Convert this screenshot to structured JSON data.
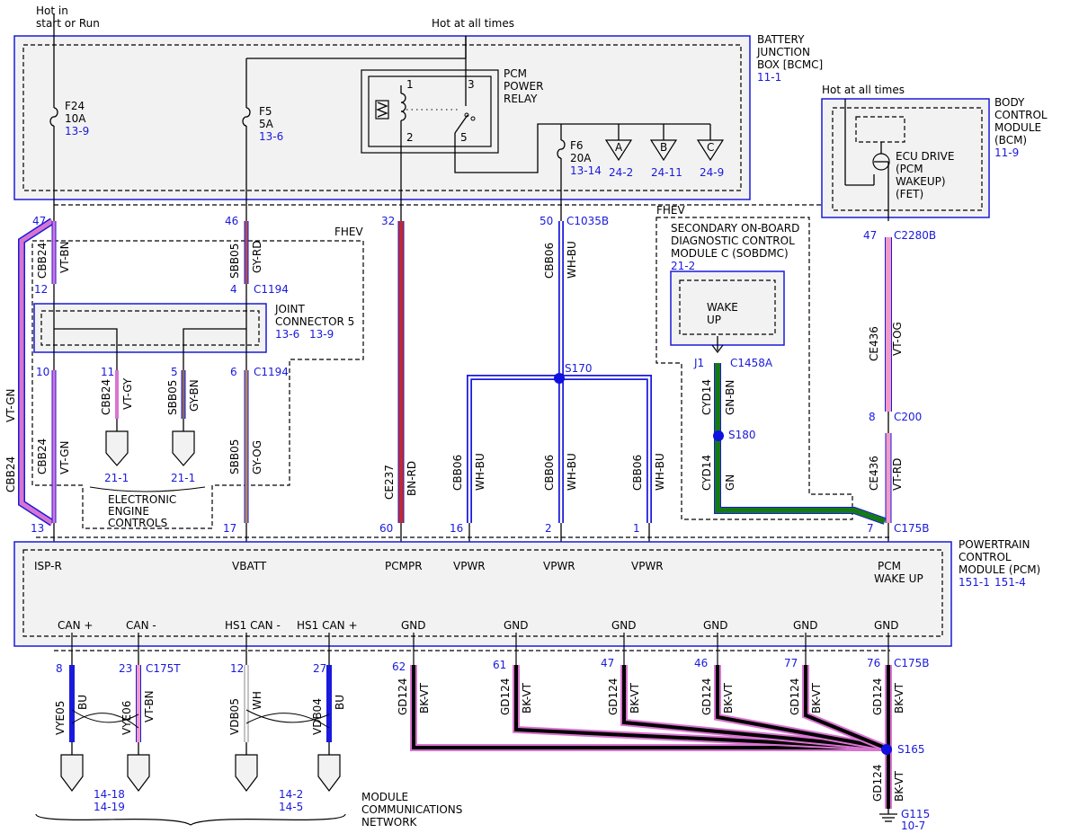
{
  "labels": {
    "hot_in_start_run": [
      "Hot in",
      "start or Run"
    ],
    "hot_at_all_times": "Hot at all times",
    "hot_at_all_times_bcm": "Hot at all times",
    "fhev": "FHEV",
    "fhev2": "FHEV",
    "module_comm_network": [
      "MODULE",
      "COMMUNICATIONS",
      "NETWORK"
    ],
    "electronic_engine_controls": [
      "ELECTRONIC",
      "ENGINE",
      "CONTROLS"
    ]
  },
  "modules": {
    "bjb": {
      "name": [
        "BATTERY",
        "JUNCTION",
        "BOX [BCMC]"
      ],
      "ref": "11-1"
    },
    "bcm": {
      "name": [
        "BODY",
        "CONTROL",
        "MODULE",
        "(BCM)"
      ],
      "ref": "11-9",
      "inner": [
        "ECU DRIVE",
        "(PCM",
        "WAKEUP)",
        "(FET)"
      ]
    },
    "pcm_relay": [
      "PCM",
      "POWER",
      "RELAY"
    ],
    "relay_pins": [
      "1",
      "2",
      "3",
      "5"
    ],
    "joint_connector": {
      "name": [
        "JOINT",
        "CONNECTOR 5"
      ],
      "refs": [
        "13-6",
        "13-9"
      ]
    },
    "sobdmc": {
      "name": [
        "SECONDARY ON-BOARD",
        "DIAGNOSTIC CONTROL",
        "MODULE C (SOBDMC)"
      ],
      "ref": "21-2",
      "inner": [
        "WAKE",
        "UP"
      ]
    },
    "pcm": {
      "name": [
        "POWERTRAIN",
        "CONTROL",
        "MODULE (PCM)"
      ],
      "refs": [
        "151-1",
        "151-4"
      ]
    }
  },
  "fuses": [
    {
      "id": "f24",
      "name": "F24",
      "rating": "10A",
      "ref": "13-9"
    },
    {
      "id": "f5",
      "name": "F5",
      "rating": "5A",
      "ref": "13-6"
    },
    {
      "id": "f6",
      "name": "F6",
      "rating": "20A",
      "ref": "13-14"
    }
  ],
  "triangles": [
    {
      "letter": "A",
      "ref": "24-2"
    },
    {
      "letter": "B",
      "ref": "24-11"
    },
    {
      "letter": "C",
      "ref": "24-9"
    }
  ],
  "pcm_pins_top": [
    "ISP-R",
    "VBATT",
    "PCMPR",
    "VPWR",
    "VPWR",
    "VPWR",
    "PCM",
    "WAKE UP"
  ],
  "pcm_pins_bottom": [
    "CAN +",
    "CAN -",
    "HS1 CAN -",
    "HS1 CAN +",
    "GND",
    "GND",
    "GND",
    "GND",
    "GND",
    "GND"
  ],
  "pins": [
    "47",
    "12",
    "10",
    "13",
    "46",
    "4",
    "6",
    "17",
    "32",
    "60",
    "50",
    "16",
    "2",
    "1",
    "47",
    "8",
    "7",
    "11",
    "5",
    "J1"
  ],
  "connectors": [
    "C1194",
    "C1194",
    "C1035B",
    "C2280B",
    "C200",
    "C175B",
    "C1458A",
    "C175T",
    "C175B"
  ],
  "splices": [
    "S170",
    "S180",
    "S165"
  ],
  "circuits": [
    {
      "id": "CBB24",
      "color": "VT-BN"
    },
    {
      "id": "CBB24",
      "color": "VT-GN"
    },
    {
      "id": "CBB24",
      "color": "VT-GN"
    },
    {
      "id": "CBB24",
      "color": "VT-GY"
    },
    {
      "id": "SBB05",
      "color": "GY-RD"
    },
    {
      "id": "SBB05",
      "color": "GY-BN"
    },
    {
      "id": "SBB05",
      "color": "GY-OG"
    },
    {
      "id": "CE237",
      "color": "BN-RD"
    },
    {
      "id": "CBB06",
      "color": "WH-BU"
    },
    {
      "id": "CBB06",
      "color": "WH-BU"
    },
    {
      "id": "CBB06",
      "color": "WH-BU"
    },
    {
      "id": "CBB06",
      "color": "WH-BU"
    },
    {
      "id": "CYD14",
      "color": "GN-BN"
    },
    {
      "id": "CYD14",
      "color": "GN"
    },
    {
      "id": "CE436",
      "color": "VT-OG"
    },
    {
      "id": "CE436",
      "color": "VT-RD"
    }
  ],
  "can_wires": [
    {
      "pin": "8",
      "circuit": "VYE05",
      "color": "BU"
    },
    {
      "pin": "23",
      "circuit": "VYE06",
      "color": "VT-BN"
    },
    {
      "pin": "12",
      "circuit": "VDB05",
      "color": "WH"
    },
    {
      "pin": "27",
      "circuit": "VDB04",
      "color": "BU"
    }
  ],
  "can_refs": [
    [
      "14-18",
      "14-19"
    ],
    [
      "14-2",
      "14-5"
    ]
  ],
  "eec_refs": [
    "21-1",
    "21-1"
  ],
  "gnd_wires": [
    {
      "pin": "62",
      "circuit": "GD124",
      "color": "BK-VT"
    },
    {
      "pin": "61",
      "circuit": "GD124",
      "color": "BK-VT"
    },
    {
      "pin": "47",
      "circuit": "GD124",
      "color": "BK-VT"
    },
    {
      "pin": "46",
      "circuit": "GD124",
      "color": "BK-VT"
    },
    {
      "pin": "77",
      "circuit": "GD124",
      "color": "BK-VT"
    },
    {
      "pin": "76",
      "circuit": "GD124",
      "color": "BK-VT"
    }
  ],
  "gnd_connector": "C175B",
  "ground_trunk": {
    "circuit": "GD124",
    "color": "BK-VT"
  },
  "ground": {
    "id": "G115",
    "ref": "10-7"
  },
  "wire_colors": {
    "violet": "#d874d0",
    "red": "#c42a2a",
    "tan": "#b58a55",
    "brown": "#8b6a5a",
    "pink": "#f29ac8",
    "green": "#157a15",
    "blue": "#1010e0",
    "wireblue": "#9fa3e0",
    "black": "#000000",
    "outline": "#1a1adc"
  }
}
